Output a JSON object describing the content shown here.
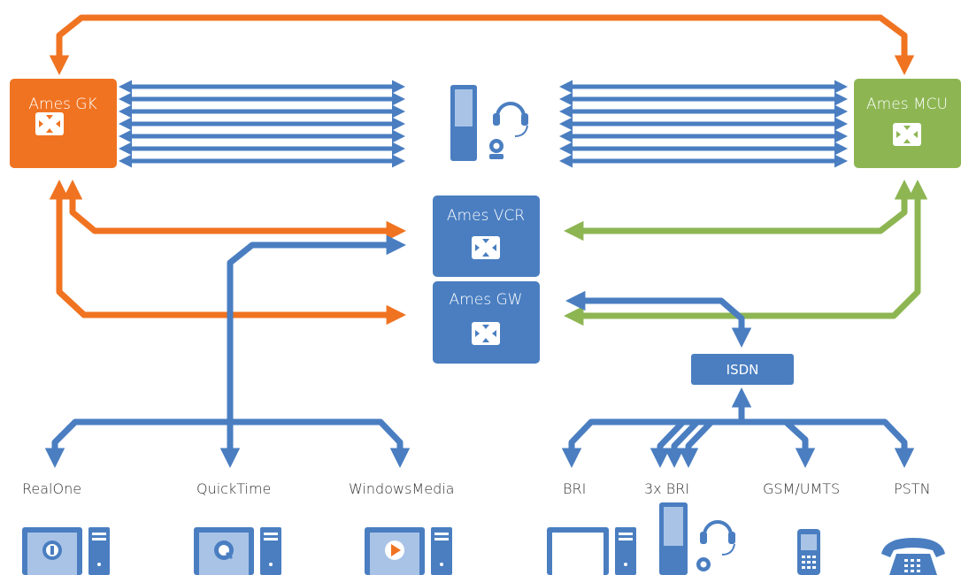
{
  "colors": {
    "orange": "#f07321",
    "green": "#8db653",
    "blue": "#4a7ec1",
    "text": "#333333"
  },
  "nodes": {
    "gk": {
      "label": "Ames GK"
    },
    "mcu": {
      "label": "Ames MCU"
    },
    "vcr": {
      "label": "Ames VCR"
    },
    "gw": {
      "label": "Ames GW"
    },
    "isdn": {
      "label": "ISDN"
    }
  },
  "endpoints": {
    "streaming": [
      {
        "label": "RealOne",
        "icon": "realone-icon"
      },
      {
        "label": "QuickTime",
        "icon": "quicktime-icon"
      },
      {
        "label": "WindowsMedia",
        "icon": "windows-media-icon"
      }
    ],
    "isdn": [
      {
        "label": "BRI",
        "icon": "computer-icon"
      },
      {
        "label": "3x BRI",
        "icon": "workstation-headset-icon"
      },
      {
        "label": "GSM/UMTS",
        "icon": "mobile-phone-icon"
      },
      {
        "label": "PSTN",
        "icon": "telephone-icon"
      }
    ]
  }
}
